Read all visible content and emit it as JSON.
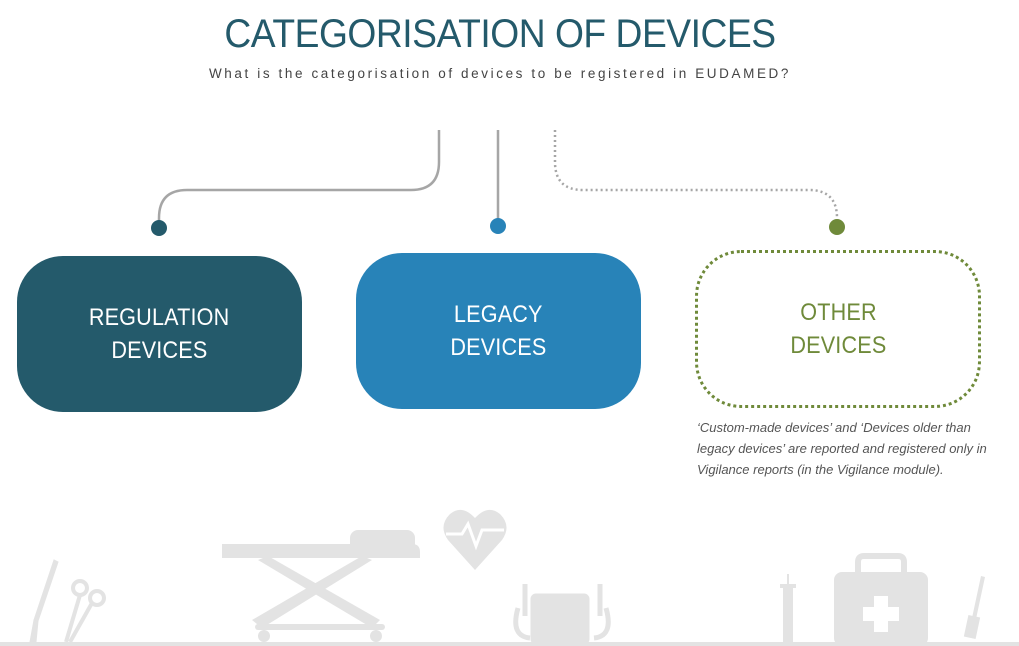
{
  "header": {
    "title": "CATEGORISATION OF DEVICES",
    "subtitle": "What is the categorisation of devices to be registered in EUDAMED?"
  },
  "categories": [
    {
      "id": "regulation",
      "line1": "REGULATION",
      "line2": "DEVICES",
      "color": "#245a6b"
    },
    {
      "id": "legacy",
      "line1": "LEGACY",
      "line2": "DEVICES",
      "color": "#2883b8"
    },
    {
      "id": "other",
      "line1": "OTHER",
      "line2": "DEVICES",
      "color": "#6f8a3a"
    }
  ],
  "note": "‘Custom-made devices’ and ‘Devices older than legacy devices’ are reported and registered only in Vigilance reports (in the Vigilance module).",
  "colors": {
    "connector": "#a6a6a6",
    "decor": "#e3e3e3",
    "title": "#245a6b"
  },
  "decorative_icons": [
    "scalpel-icon",
    "scissors-icon",
    "stretcher-icon",
    "heart-rate-icon",
    "monitor-icon",
    "syringe-icon",
    "first-aid-kit-icon"
  ]
}
